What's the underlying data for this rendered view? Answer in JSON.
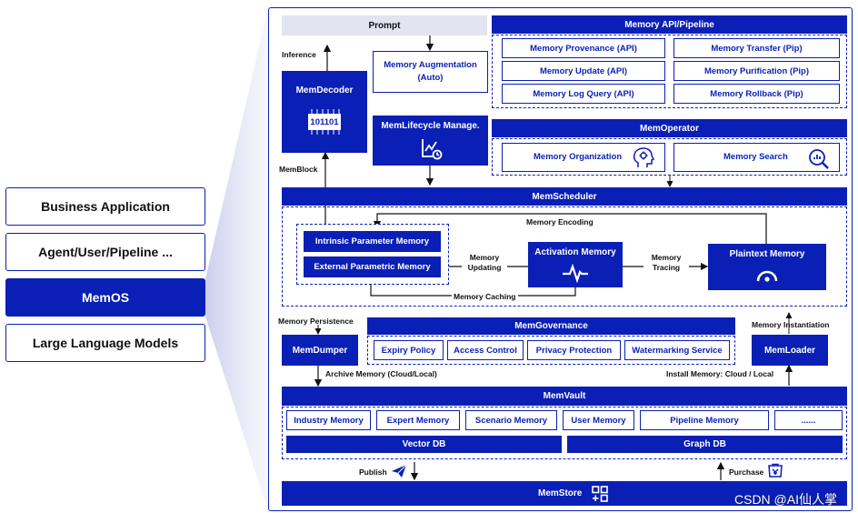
{
  "left_stack": {
    "items": [
      {
        "label": "Business Application",
        "active": false
      },
      {
        "label": "Agent/User/Pipeline ...",
        "active": false
      },
      {
        "label": "MemOS",
        "active": true
      },
      {
        "label": "Large Language Models",
        "active": false
      }
    ]
  },
  "top": {
    "prompt": "Prompt",
    "inference": "Inference",
    "memdecoder": "MemDecoder",
    "memdecoder_chip": "101101",
    "memblock": "MemBlock",
    "mem_augmentation": "Memory Augmentation\n(Auto)",
    "lifecycle": "MemLifecycle Manage."
  },
  "api": {
    "title": "Memory API/Pipeline",
    "items": [
      "Memory Provenance (API)",
      "Memory Transfer (Pip)",
      "Memory Update (API)",
      "Memory Purification (Pip)",
      "Memory Log Query (API)",
      "Memory Rollback (Pip)"
    ]
  },
  "operator": {
    "title": "MemOperator",
    "organization": "Memory Organization",
    "search": "Memory Search"
  },
  "scheduler": {
    "title": "MemScheduler",
    "encoding": "Memory Encoding",
    "intrinsic": "Intrinsic Parameter Memory",
    "external": "External Parametric Memory",
    "updating": "Memory\nUpdating",
    "activation": "Activation Memory",
    "tracing": "Memory\nTracing",
    "plaintext": "Plaintext Memory",
    "caching": "Memory Caching"
  },
  "governance": {
    "persistence": "Memory Persistence",
    "instantiation": "Memory Instantiation",
    "dumper": "MemDumper",
    "loader": "MemLoader",
    "title": "MemGovernance",
    "items": [
      "Expiry Policy",
      "Access Control",
      "Privacy Protection",
      "Watermarking Service"
    ],
    "archive": "Archive Memory (Cloud/Local)",
    "install": "Install Memory: Cloud / Local"
  },
  "vault": {
    "title": "MemVault",
    "items": [
      "Industry Memory",
      "Expert Memory",
      "Scenario Memory",
      "User Memory",
      "Pipeline Memory",
      "......"
    ],
    "vector_db": "Vector DB",
    "graph_db": "Graph DB"
  },
  "store": {
    "publish": "Publish",
    "purchase": "Purchase",
    "title": "MemStore"
  },
  "watermark": "CSDN @AI仙人掌",
  "colors": {
    "brand": "#0a1fb5",
    "light": "#e2e4f2"
  }
}
